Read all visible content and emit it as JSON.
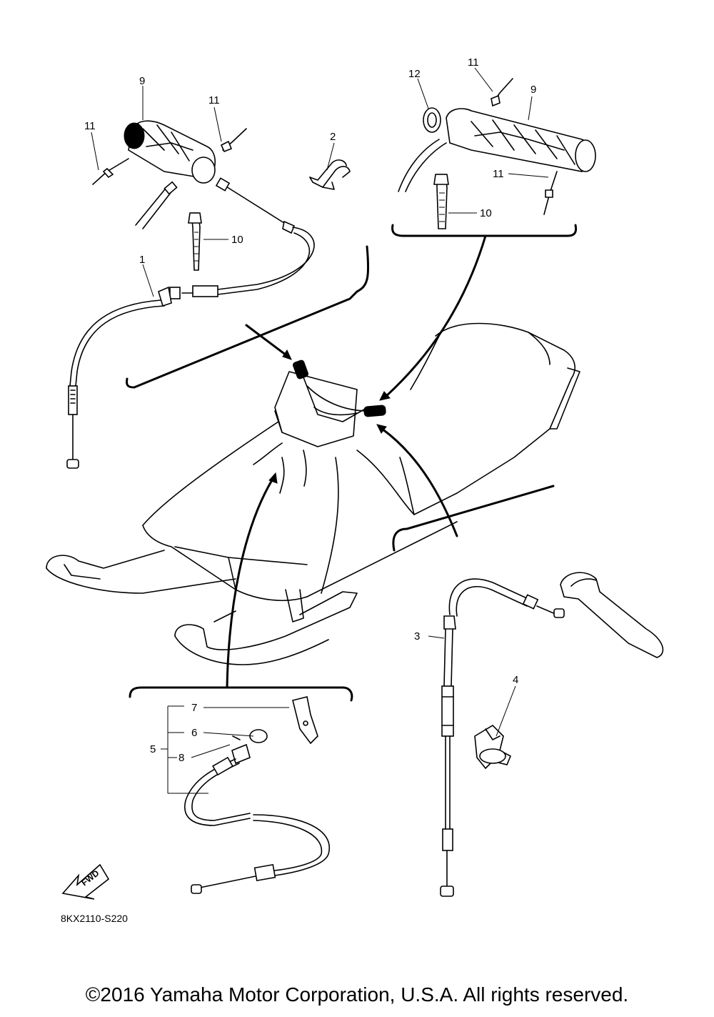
{
  "callouts": {
    "c1": "1",
    "c2": "2",
    "c3": "3",
    "c4": "4",
    "c5": "5",
    "c6": "6",
    "c7": "7",
    "c8": "8",
    "c9_left": "9",
    "c9_right": "9",
    "c10_left": "10",
    "c10_right": "10",
    "c11_a": "11",
    "c11_b": "11",
    "c11_c": "11",
    "c11_d": "11",
    "c12": "12"
  },
  "fwd_label": "FWD",
  "diagram_code": "8KX2110-S220",
  "copyright": "©2016 Yamaha Motor Corporation, U.S.A. All rights reserved."
}
